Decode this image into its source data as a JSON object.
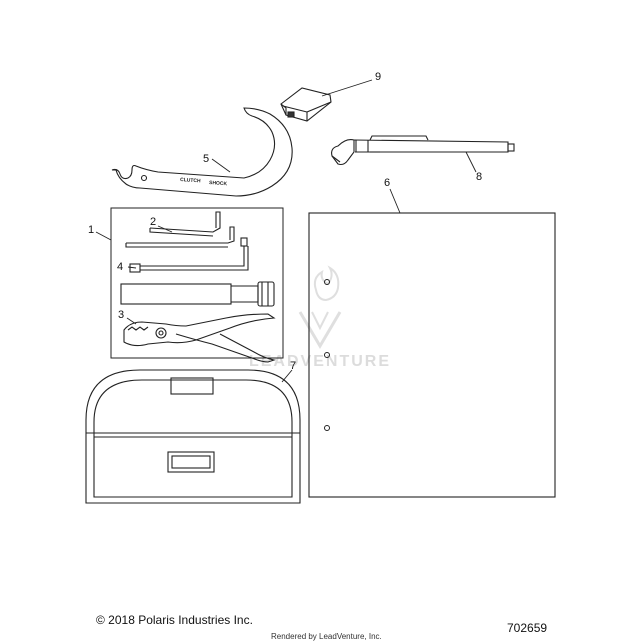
{
  "callouts": {
    "c1": "1",
    "c2": "2",
    "c3": "3",
    "c4": "4",
    "c5": "5",
    "c6": "6",
    "c7": "7",
    "c8": "8",
    "c9": "9"
  },
  "wrench_labels": {
    "clutch": "CLUTCH",
    "shock": "SHOCK"
  },
  "watermark": {
    "text": "LEADVENTURE"
  },
  "footer": {
    "copyright": "© 2018 Polaris Industries Inc.",
    "figure_number": "702659",
    "rendered_by": "Rendered by LeadVenture, Inc."
  },
  "colors": {
    "line": "#222222",
    "watermark": "#d9d9d9",
    "background": "#ffffff"
  },
  "icons": [
    "hex-key-icon",
    "spark-plug-socket-icon",
    "pliers-icon",
    "spanner-wrench-icon",
    "tool-pouch-icon",
    "manual-icon",
    "flashlight-icon",
    "fuse-holder-icon"
  ]
}
